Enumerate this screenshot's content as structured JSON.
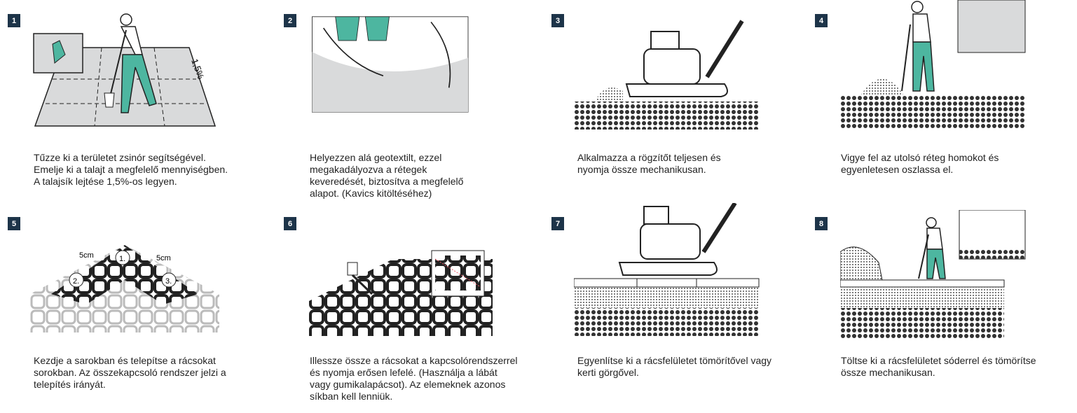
{
  "steps": [
    {
      "number": "1",
      "caption": "Tűzze ki a területet zsinór segítségével.\nEmelje ki a talajt a megfelelő mennyiségben.\nA talajsík lejtése 1,5%-os legyen.",
      "slope_label": "1,5%"
    },
    {
      "number": "2",
      "caption": "Helyezzen alá geotextilt, ezzel\nmegakadályozva a rétegek\nkeveredését, biztosítva a megfelelő\nalapot. (Kavics kitöltéséhez)"
    },
    {
      "number": "3",
      "caption": "Alkalmazza a rögzítőt teljesen és\nnyomja össze mechanikusan."
    },
    {
      "number": "4",
      "caption": "Vigye fel az utolsó réteg homokot és\negyenletesen oszlassa el."
    },
    {
      "number": "5",
      "caption": "Kezdje a sarokban és telepítse a rácsokat\nsorokban. Az összekapcsoló rendszer jelzi a\ntelepítés irányát.",
      "labels": {
        "gap_left": "5cm",
        "gap_right": "5cm",
        "m1": "1.",
        "m2": "2.",
        "m3": "3."
      }
    },
    {
      "number": "6",
      "caption": "Illessze össze a rácsokat a kapcsolórendszerrel\nés nyomja erősen lefelé. (Használja a lábát\nvagy gumikalapácsot). Az elemeknek azonos\nsíkban kell lenniük."
    },
    {
      "number": "7",
      "caption": "Egyenlítse ki a rácsfelületet tömörítővel vagy\nkerti görgővel."
    },
    {
      "number": "8",
      "caption": "Töltse ki a rácsfelületet sóderrel és tömörítse\nössze mechanikusan."
    }
  ],
  "colors": {
    "badge": "#1d3449",
    "teal": "#4db6a0",
    "ground": "#d9dadb",
    "ink": "#222222"
  }
}
